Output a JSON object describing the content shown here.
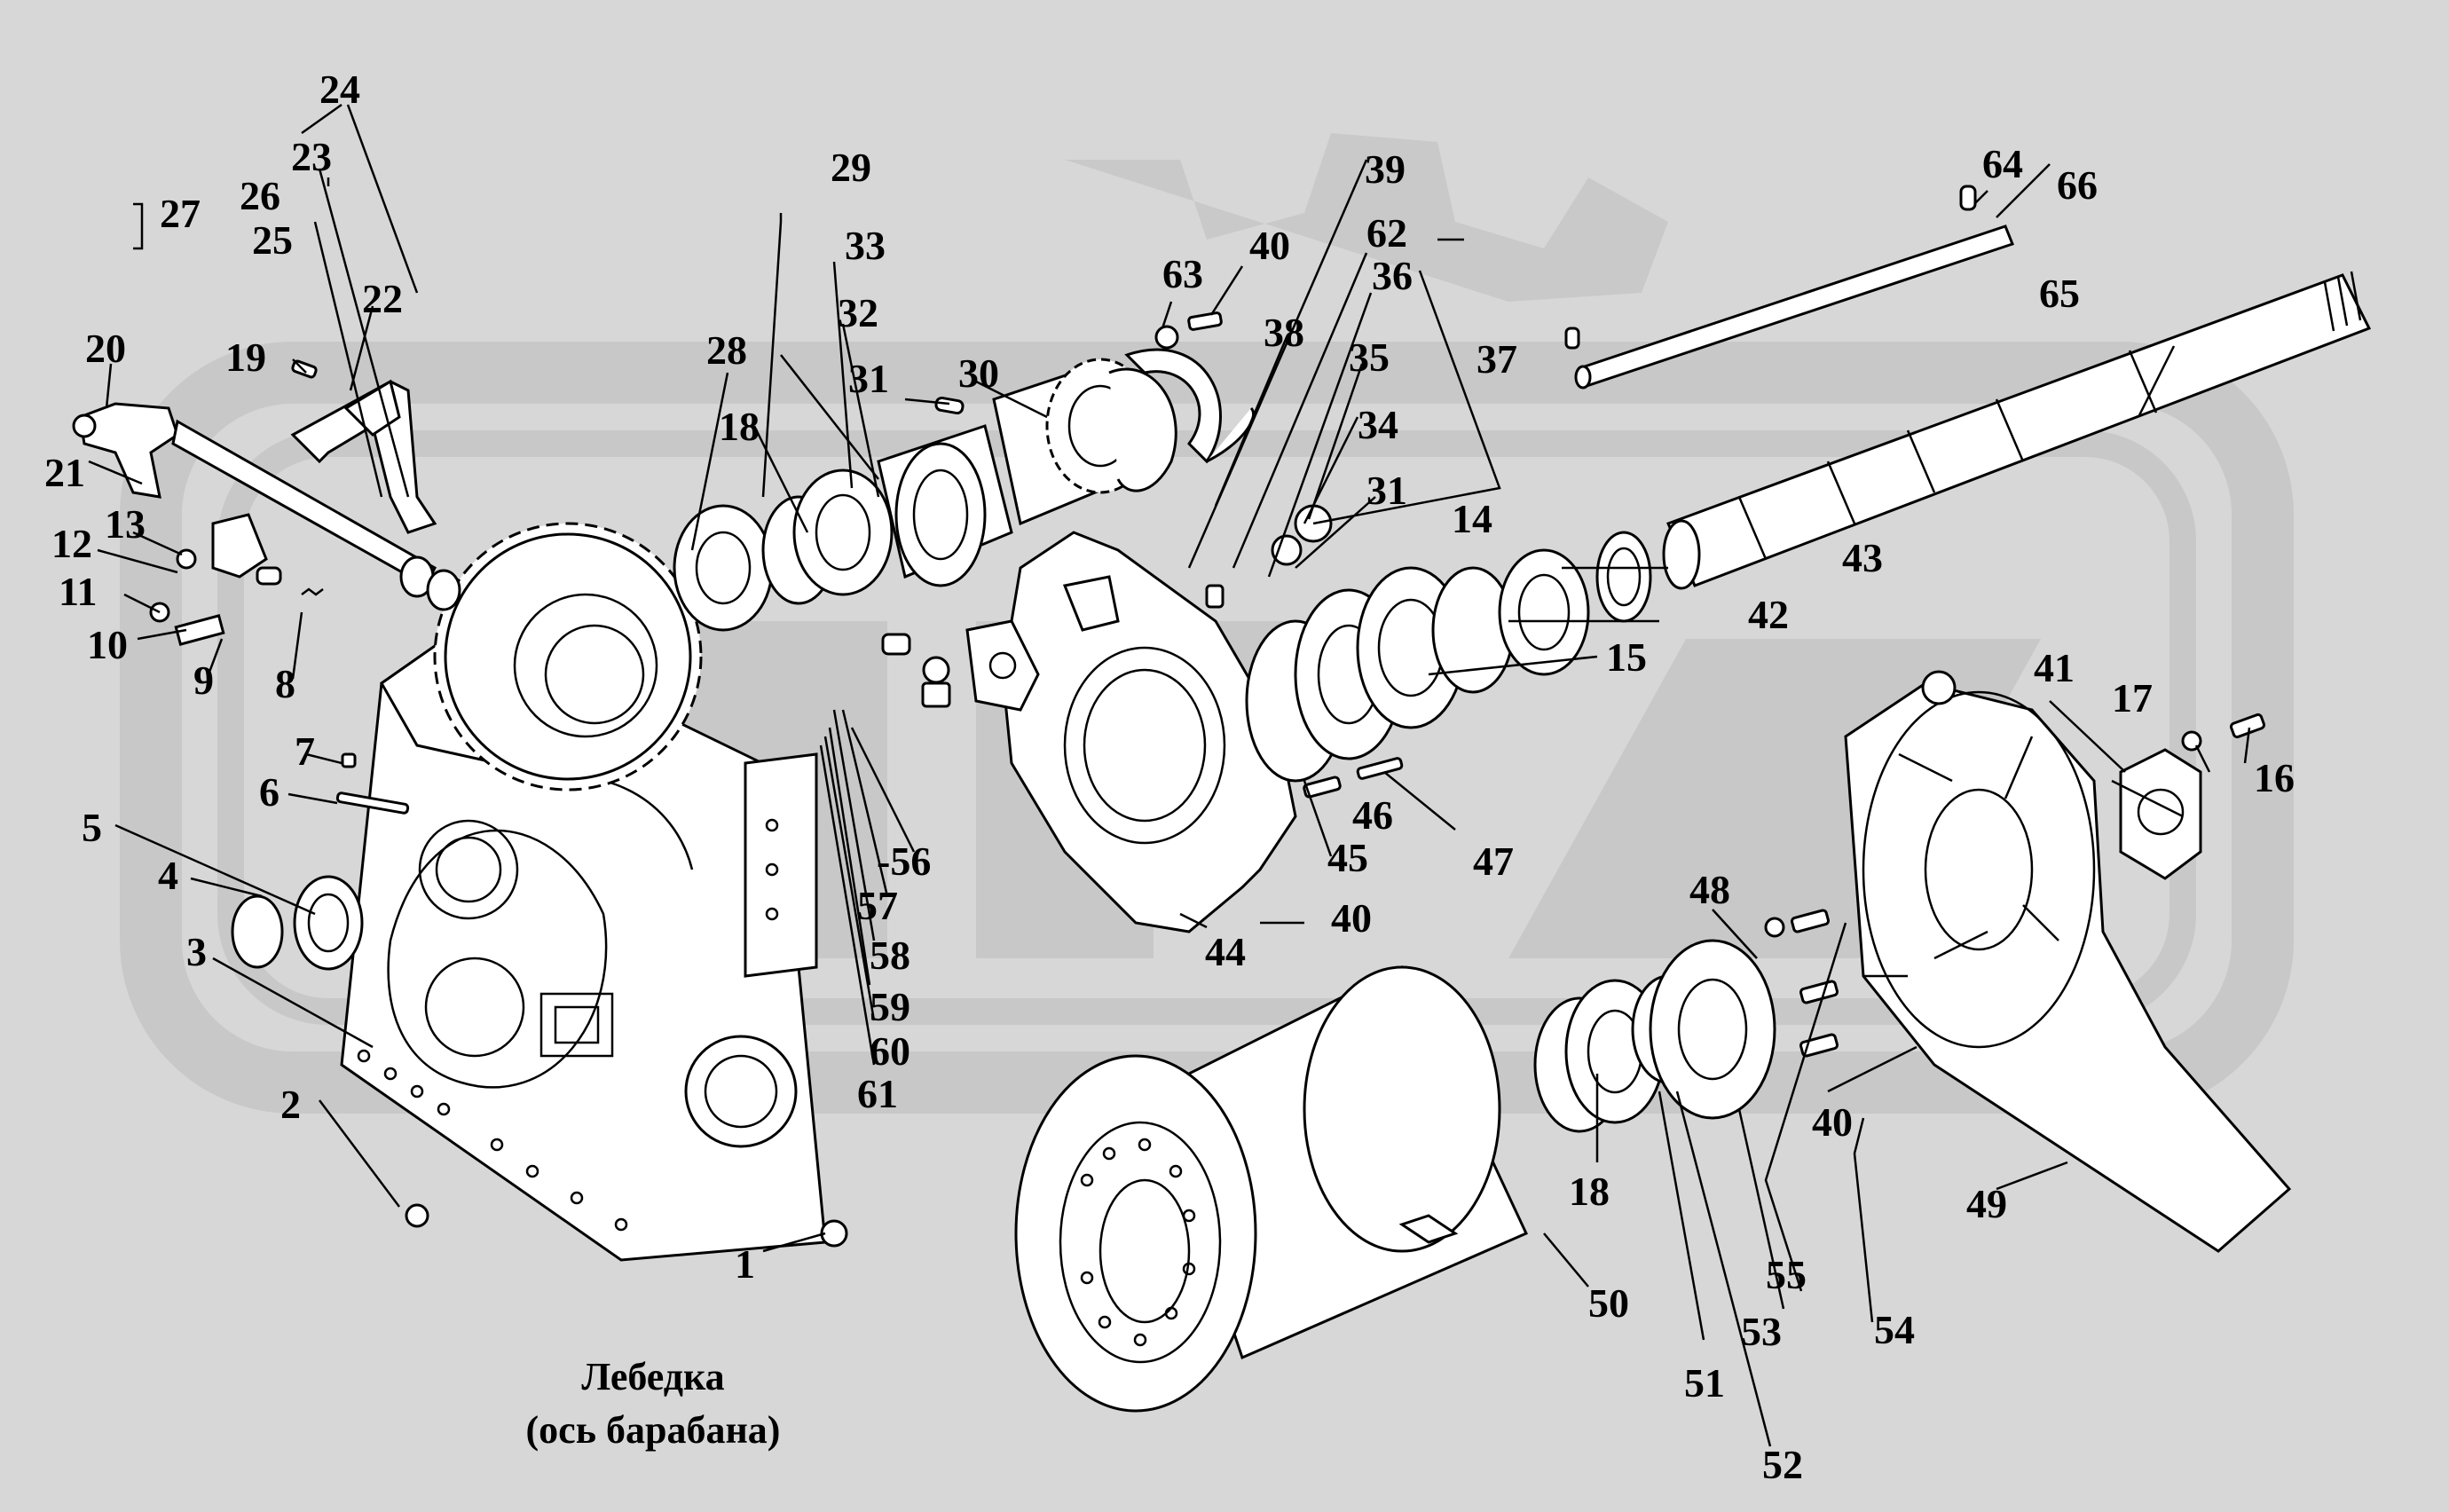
{
  "caption": {
    "line1": "Лебедка",
    "line2": "(ось барабана)"
  },
  "colors": {
    "background": "#d7d7d7",
    "watermark": "#c8c8c8",
    "ink": "#000000",
    "paper": "#ffffff"
  },
  "labels": [
    {
      "id": "l1",
      "text": "1"
    },
    {
      "id": "l2",
      "text": "2"
    },
    {
      "id": "l3",
      "text": "3"
    },
    {
      "id": "l4",
      "text": "4"
    },
    {
      "id": "l5",
      "text": "5"
    },
    {
      "id": "l6",
      "text": "6"
    },
    {
      "id": "l7",
      "text": "7"
    },
    {
      "id": "l8",
      "text": "8"
    },
    {
      "id": "l9",
      "text": "9"
    },
    {
      "id": "l10",
      "text": "10"
    },
    {
      "id": "l11",
      "text": "11"
    },
    {
      "id": "l12",
      "text": "12"
    },
    {
      "id": "l13",
      "text": "13"
    },
    {
      "id": "l14",
      "text": "14"
    },
    {
      "id": "l15",
      "text": "15"
    },
    {
      "id": "l16",
      "text": "16"
    },
    {
      "id": "l17",
      "text": "17"
    },
    {
      "id": "l18a",
      "text": "18"
    },
    {
      "id": "l18b",
      "text": "18"
    },
    {
      "id": "l19",
      "text": "19"
    },
    {
      "id": "l20",
      "text": "20"
    },
    {
      "id": "l21",
      "text": "21"
    },
    {
      "id": "l22",
      "text": "22"
    },
    {
      "id": "l23",
      "text": "23"
    },
    {
      "id": "l24",
      "text": "24"
    },
    {
      "id": "l25",
      "text": "25"
    },
    {
      "id": "l26",
      "text": "26"
    },
    {
      "id": "l27",
      "text": "27"
    },
    {
      "id": "l28",
      "text": "28"
    },
    {
      "id": "l29",
      "text": "29"
    },
    {
      "id": "l30",
      "text": "30"
    },
    {
      "id": "l31a",
      "text": "31"
    },
    {
      "id": "l31b",
      "text": "31"
    },
    {
      "id": "l32",
      "text": "32"
    },
    {
      "id": "l33",
      "text": "33"
    },
    {
      "id": "l34",
      "text": "34"
    },
    {
      "id": "l35",
      "text": "35"
    },
    {
      "id": "l36",
      "text": "36"
    },
    {
      "id": "l37",
      "text": "37"
    },
    {
      "id": "l38",
      "text": "38"
    },
    {
      "id": "l39",
      "text": "39"
    },
    {
      "id": "l40a",
      "text": "40"
    },
    {
      "id": "l40b",
      "text": "40"
    },
    {
      "id": "l40c",
      "text": "40"
    },
    {
      "id": "l41",
      "text": "41"
    },
    {
      "id": "l42",
      "text": "42"
    },
    {
      "id": "l43",
      "text": "43"
    },
    {
      "id": "l44",
      "text": "44"
    },
    {
      "id": "l45",
      "text": "45"
    },
    {
      "id": "l46",
      "text": "46"
    },
    {
      "id": "l47",
      "text": "47"
    },
    {
      "id": "l48",
      "text": "48"
    },
    {
      "id": "l49",
      "text": "49"
    },
    {
      "id": "l50",
      "text": "50"
    },
    {
      "id": "l51",
      "text": "51"
    },
    {
      "id": "l52",
      "text": "52"
    },
    {
      "id": "l53",
      "text": "53"
    },
    {
      "id": "l54",
      "text": "54"
    },
    {
      "id": "l55",
      "text": "55"
    },
    {
      "id": "l56",
      "text": "-56"
    },
    {
      "id": "l57",
      "text": "57"
    },
    {
      "id": "l58",
      "text": "58"
    },
    {
      "id": "l59",
      "text": "59"
    },
    {
      "id": "l60",
      "text": "60"
    },
    {
      "id": "l61",
      "text": "61"
    },
    {
      "id": "l62",
      "text": "62"
    },
    {
      "id": "l63",
      "text": "63"
    },
    {
      "id": "l64",
      "text": "64"
    },
    {
      "id": "l65",
      "text": "65"
    },
    {
      "id": "l66",
      "text": "66"
    }
  ]
}
